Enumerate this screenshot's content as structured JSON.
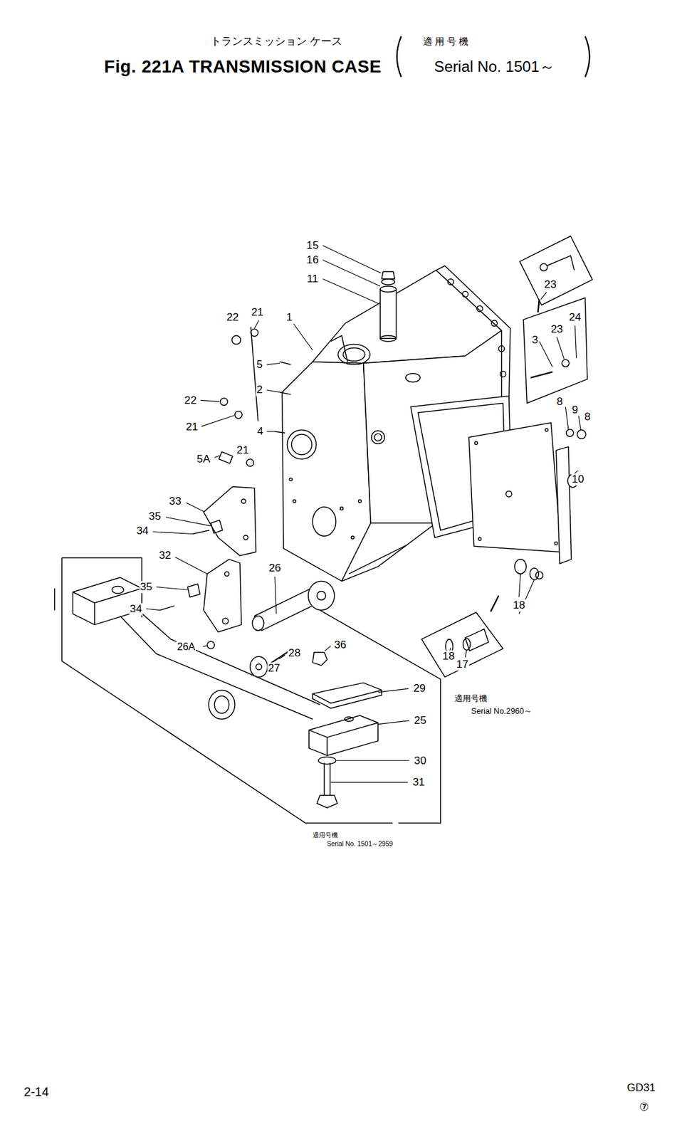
{
  "diagram": {
    "title": "Fig. 221A TRANSMISSION CASE",
    "labels": [
      "トランスミッション ケース",
      "適 用 号 機",
      "Serial No. 1501～",
      "15",
      "16",
      "11",
      "22",
      "21",
      "1",
      "5",
      "2",
      "22",
      "21",
      "4",
      "5A",
      "21",
      "33",
      "35",
      "34",
      "32",
      "35",
      "34",
      "26A",
      "26",
      "28",
      "27",
      "36",
      "29",
      "25",
      "30",
      "31",
      "23",
      "3",
      "23",
      "24",
      "8",
      "9",
      "8",
      "10",
      "18",
      "18",
      "17",
      "適用号機",
      "Serial No.2960～",
      "適用号機",
      "Serial No. 1501～2959",
      "2-14",
      "GD31",
      "⑦"
    ]
  }
}
